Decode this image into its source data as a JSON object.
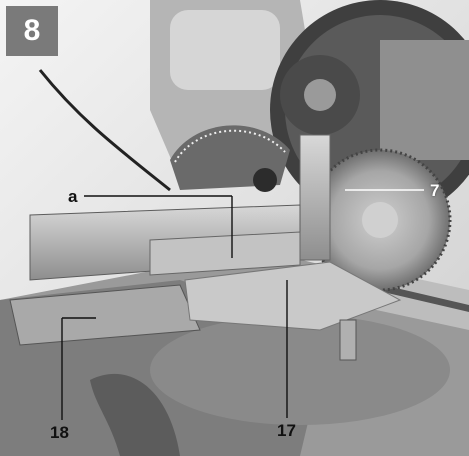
{
  "figure": {
    "step_number": "8",
    "callouts": {
      "a": "a",
      "blade": "7",
      "fence": "18",
      "insert": "17"
    }
  }
}
